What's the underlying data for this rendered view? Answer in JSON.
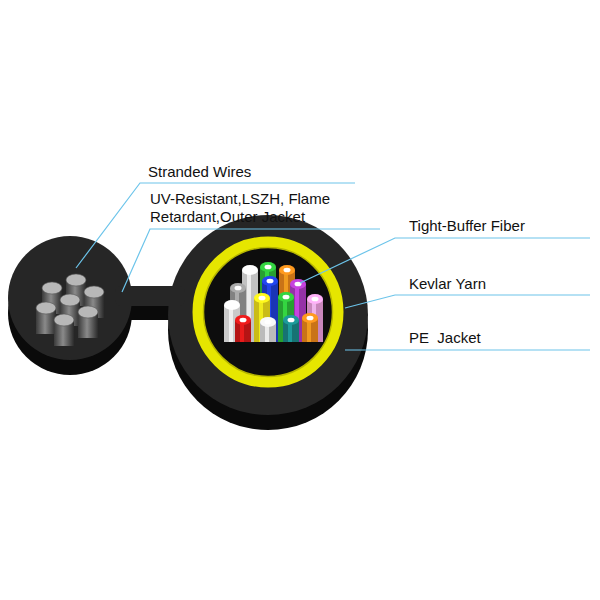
{
  "diagram": {
    "labels": [
      "Stranded Wires",
      "UV-Resistant,LSZH, Flame Retardant,Outer Jacket",
      "Tight-Buffer Fiber",
      "Kevlar Yarn",
      "PE  Jacket"
    ]
  }
}
